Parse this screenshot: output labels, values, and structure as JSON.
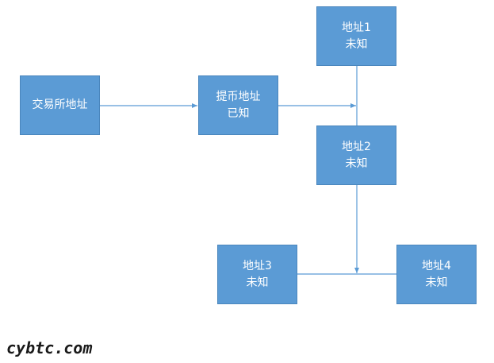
{
  "diagram": {
    "nodes": {
      "exchange": {
        "line1": "交易所地址",
        "line2": ""
      },
      "withdraw": {
        "line1": "提币地址",
        "line2": "已知"
      },
      "addr1": {
        "line1": "地址1",
        "line2": "未知"
      },
      "addr2": {
        "line1": "地址2",
        "line2": "未知"
      },
      "addr3": {
        "line1": "地址3",
        "line2": "未知"
      },
      "addr4": {
        "line1": "地址4",
        "line2": "未知"
      }
    },
    "edges": [
      {
        "from": "exchange",
        "to": "withdraw"
      },
      {
        "from": "withdraw",
        "to": "addr1-addr2 connector"
      },
      {
        "from": "addr2",
        "to": "addr3-addr4 connector"
      }
    ],
    "colors": {
      "node_fill": "#5b9bd5",
      "node_border": "#4a86bd",
      "node_text": "#ffffff",
      "connector": "#5b9bd5"
    }
  },
  "watermark": "cybtc.com"
}
